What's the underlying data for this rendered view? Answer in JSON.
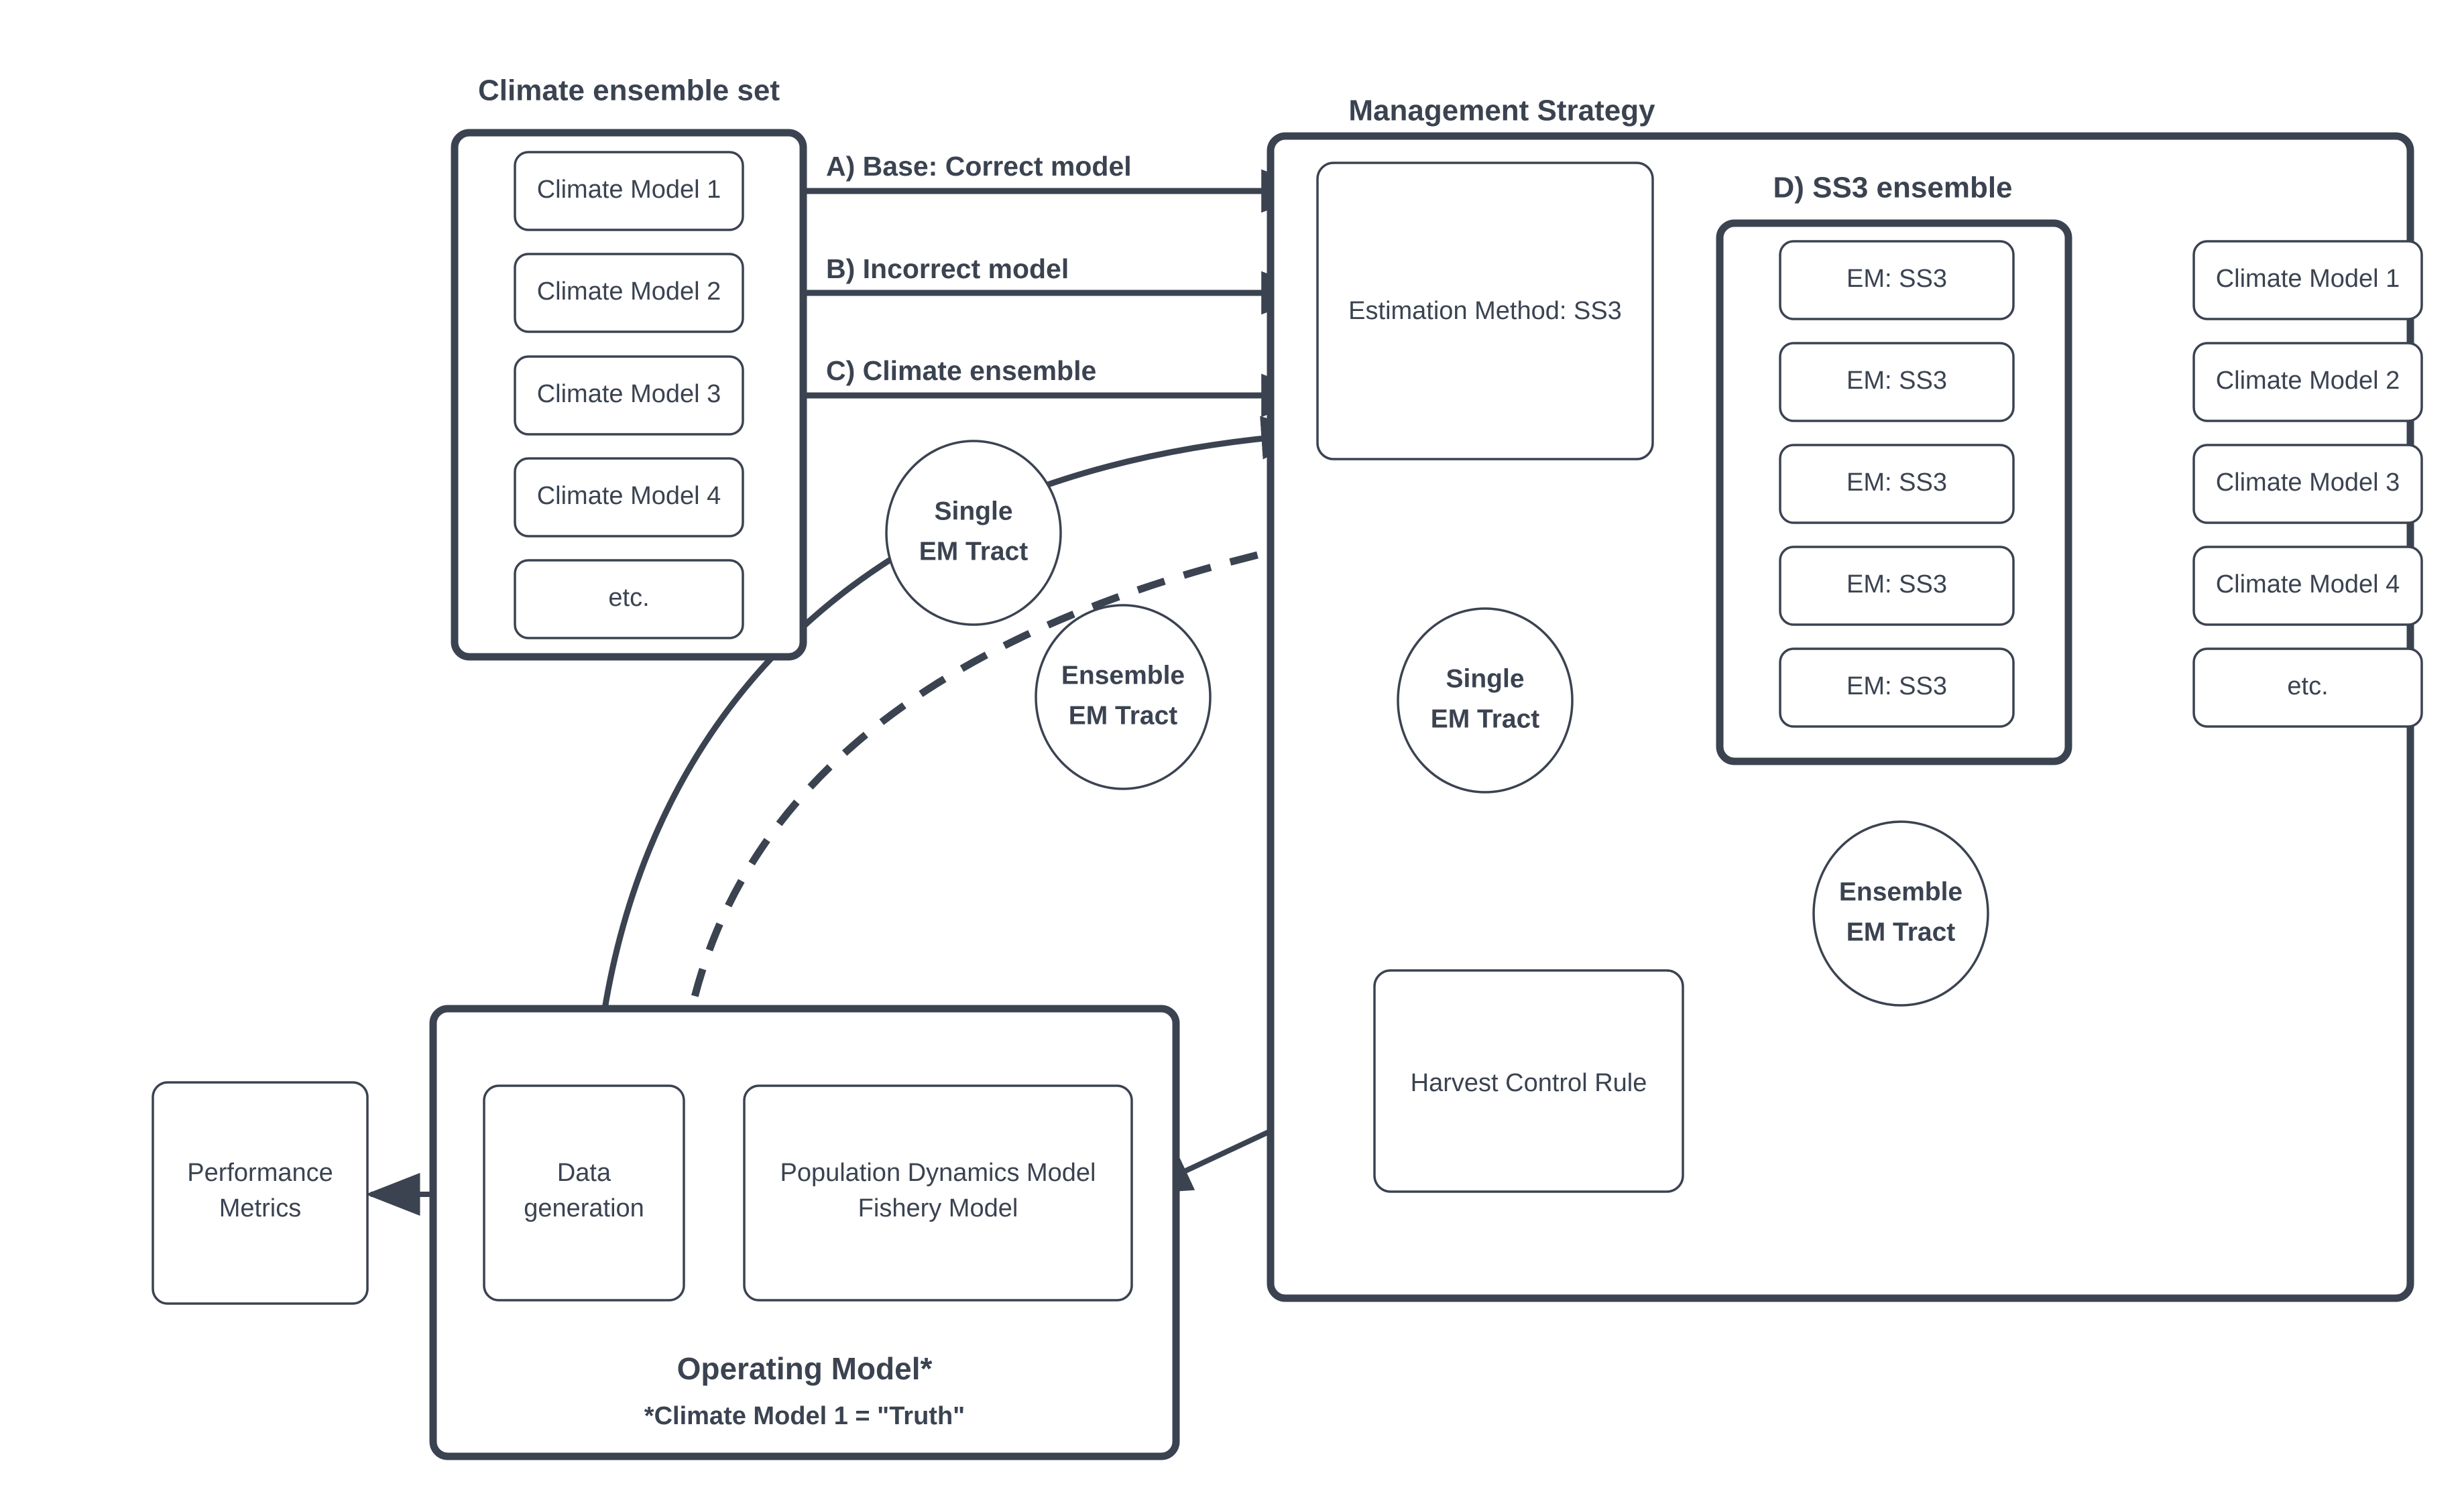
{
  "diagram": {
    "title_climate_set": "Climate ensemble set",
    "title_management_strategy": "Management Strategy",
    "title_ss3_ensemble": "D) SS3 ensemble",
    "title_operating_model": "Operating Model*",
    "subtitle_operating_model": "*Climate Model 1 = \"Truth\"",
    "accent_color": "#3b4351",
    "background_color": "#ffffff"
  },
  "climate_ensemble_set": {
    "items": [
      {
        "label": "Climate Model 1"
      },
      {
        "label": "Climate Model 2"
      },
      {
        "label": "Climate Model 3"
      },
      {
        "label": "Climate Model 4"
      },
      {
        "label": "etc."
      }
    ]
  },
  "scenario_labels": [
    {
      "label": "A) Base: Correct model"
    },
    {
      "label": "B) Incorrect model"
    },
    {
      "label": "C) Climate ensemble"
    }
  ],
  "management_strategy": {
    "estimation_method": {
      "label": "Estimation Method: SS3"
    },
    "harvest_control_rule": {
      "label": "Harvest Control Rule"
    },
    "ss3_ensemble": {
      "em_items": [
        {
          "label": "EM: SS3"
        },
        {
          "label": "EM: SS3"
        },
        {
          "label": "EM: SS3"
        },
        {
          "label": "EM: SS3"
        },
        {
          "label": "EM: SS3"
        }
      ],
      "climate_inputs": [
        {
          "label": "Climate Model 1"
        },
        {
          "label": "Climate Model 2"
        },
        {
          "label": "Climate Model 3"
        },
        {
          "label": "Climate Model 4"
        },
        {
          "label": "etc."
        }
      ]
    }
  },
  "operating_model": {
    "data_generation": {
      "line1": "Data",
      "line2": "generation"
    },
    "population_model": {
      "line1": "Population Dynamics Model",
      "line2": "Fishery Model"
    }
  },
  "performance_metrics": {
    "line1": "Performance",
    "line2": "Metrics"
  },
  "tract_circles": [
    {
      "id": "single-left",
      "line1": "Single",
      "line2": "EM Tract"
    },
    {
      "id": "ensemble-left",
      "line1": "Ensemble",
      "line2": "EM Tract"
    },
    {
      "id": "single-mid",
      "line1": "Single",
      "line2": "EM Tract"
    },
    {
      "id": "ensemble-right",
      "line1": "Ensemble",
      "line2": "EM Tract"
    }
  ]
}
